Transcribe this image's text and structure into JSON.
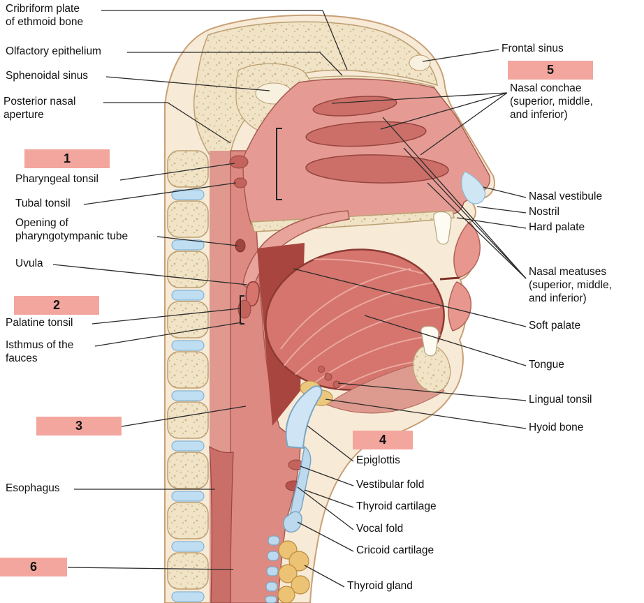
{
  "figure": {
    "type": "anatomical-diagram",
    "description": "Sagittal section of the head and neck showing the upper respiratory tract with labeled structures and numbered answer boxes"
  },
  "labels": {
    "cribriform_plate": "Cribriform plate\nof ethmoid bone",
    "olfactory_epithelium": "Olfactory epithelium",
    "sphenoidal_sinus": "Sphenoidal sinus",
    "posterior_nasal_aperture": "Posterior nasal\naperture",
    "pharyngeal_tonsil": "Pharyngeal tonsil",
    "tubal_tonsil": "Tubal tonsil",
    "opening_pharyngotympanic_tube": "Opening of\npharyngotympanic tube",
    "uvula": "Uvula",
    "palatine_tonsil": "Palatine tonsil",
    "isthmus_of_the_fauces": "Isthmus of the\nfauces",
    "esophagus": "Esophagus",
    "frontal_sinus": "Frontal sinus",
    "nasal_conchae": "Nasal conchae\n(superior, middle,\nand inferior)",
    "nasal_vestibule": "Nasal vestibule",
    "nostril": "Nostril",
    "hard_palate": "Hard palate",
    "nasal_meatuses": "Nasal meatuses\n(superior, middle,\nand inferior)",
    "soft_palate": "Soft palate",
    "tongue": "Tongue",
    "lingual_tonsil": "Lingual tonsil",
    "hyoid_bone": "Hyoid bone",
    "epiglottis": "Epiglottis",
    "vestibular_fold": "Vestibular fold",
    "thyroid_cartilage": "Thyroid cartilage",
    "vocal_fold": "Vocal fold",
    "cricoid_cartilage": "Cricoid cartilage",
    "thyroid_gland": "Thyroid gland"
  },
  "number_boxes": {
    "box1": "1",
    "box2": "2",
    "box3": "3",
    "box4": "4",
    "box5": "5",
    "box6": "6"
  },
  "colors": {
    "number_box_bg": "#f3a69e",
    "leader_line": "#2b2b2b",
    "mucosa_pink": "#e59b93",
    "deep_pink": "#cb6f68",
    "bone_cream": "#f0e3c6",
    "cartilage_blue": "#bcd9ee",
    "gland_yellow": "#ecc275",
    "skin": "#f7ead6"
  }
}
